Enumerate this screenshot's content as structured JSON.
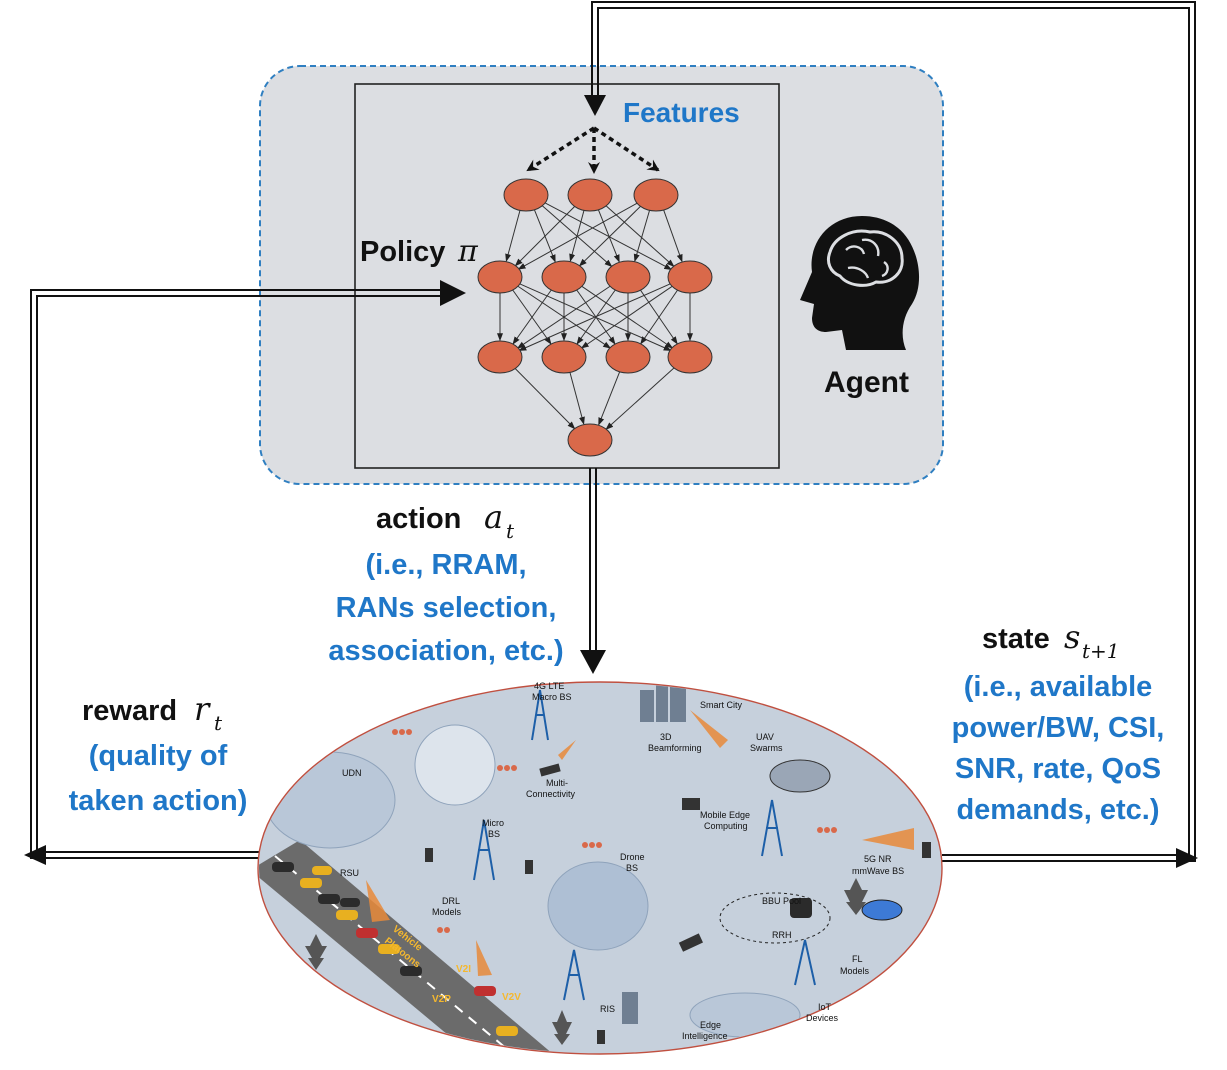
{
  "agent_box": {
    "features_label": "Features",
    "policy_label": "Policy",
    "policy_symbol": "π",
    "agent_label": "Agent"
  },
  "action": {
    "label": "action",
    "symbol": "a",
    "subscript": "t",
    "details": [
      "(i.e., RRAM,",
      "RANs selection,",
      "association, etc.)"
    ]
  },
  "state": {
    "label": "state",
    "symbol": "s",
    "subscript": "t+1",
    "details": [
      "(i.e., available",
      "power/BW, CSI,",
      "SNR, rate, QoS",
      "demands, etc.)"
    ]
  },
  "reward": {
    "label": "reward",
    "symbol": "r",
    "subscript": "t",
    "details": [
      "(quality of",
      "taken action)"
    ]
  },
  "environment": {
    "labels": {
      "lte": [
        "4G LTE",
        "Macro BS"
      ],
      "smart_city": "Smart City",
      "beamforming": [
        "3D",
        "Beamforming"
      ],
      "uav": [
        "UAV",
        "Swarms"
      ],
      "udn": "UDN",
      "multi": [
        "Multi-",
        "Connectivity"
      ],
      "micro": [
        "Micro",
        "BS"
      ],
      "mec": [
        "Mobile Edge",
        "Computing"
      ],
      "nr": [
        "5G NR",
        "mmWave BS"
      ],
      "rsu": "RSU",
      "drone": [
        "Drone",
        "BS"
      ],
      "drl": [
        "DRL",
        "Models"
      ],
      "platoons": [
        "Vehicle",
        "Platoons"
      ],
      "bbu": "BBU Pool",
      "rrh": "RRH",
      "v2i": "V2I",
      "v2p": "V2P",
      "v2v": "V2V",
      "fl": [
        "FL",
        "Models"
      ],
      "ris": "RIS",
      "edge": [
        "Edge",
        "Intelligence"
      ],
      "iot": [
        "IoT",
        "Devices"
      ]
    }
  },
  "colors": {
    "agent_bg": "#dcdee2",
    "agent_border": "#2f7fc1",
    "neuron": "#d9694a",
    "blue_text": "#1f77c8",
    "env_bg": "#c6d0dc"
  }
}
